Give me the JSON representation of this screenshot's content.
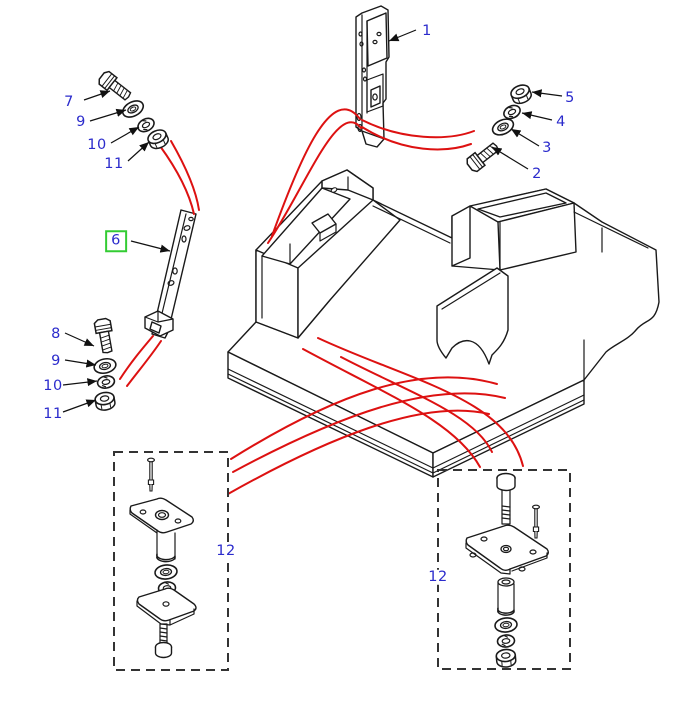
{
  "diagram": {
    "kind": "exploded-parts-diagram",
    "background": "#ffffff",
    "colors": {
      "callout_text": "#2b2bcc",
      "highlight_box": "#33cc33",
      "reference_curve_red": "#dd1111",
      "artwork_line": "#1a1a1a",
      "dashed_kit_box": "#333333"
    },
    "callouts": {
      "c1": {
        "text": "1"
      },
      "c2": {
        "text": "2"
      },
      "c3": {
        "text": "3"
      },
      "c4": {
        "text": "4"
      },
      "c5": {
        "text": "5"
      },
      "c6": {
        "text": "6",
        "highlighted": true
      },
      "c7": {
        "text": "7"
      },
      "c8": {
        "text": "8"
      },
      "c9_top": {
        "text": "9"
      },
      "c10_top": {
        "text": "10"
      },
      "c11_top": {
        "text": "11"
      },
      "c9_left": {
        "text": "9"
      },
      "c10_left": {
        "text": "10"
      },
      "c11_left": {
        "text": "11"
      },
      "c12_left": {
        "text": "12"
      },
      "c12_right": {
        "text": "12"
      }
    },
    "parts_glyphs": [
      {
        "number": "1",
        "glyph": "vertical-mounting-bracket"
      },
      {
        "number": "2",
        "glyph": "hex-bolt"
      },
      {
        "number": "3",
        "glyph": "plain-washer"
      },
      {
        "number": "4",
        "glyph": "spring-washer"
      },
      {
        "number": "5",
        "glyph": "hex-nut"
      },
      {
        "number": "6",
        "glyph": "side-support-bracket",
        "highlighted": true
      },
      {
        "number": "7",
        "glyph": "hex-bolt"
      },
      {
        "number": "8",
        "glyph": "hex-bolt"
      },
      {
        "number": "9",
        "glyph": "plain-washer"
      },
      {
        "number": "10",
        "glyph": "spring-washer"
      },
      {
        "number": "11",
        "glyph": "hex-nut"
      },
      {
        "number": "12",
        "glyph": "mounting-plate-kit",
        "instances": 2
      }
    ]
  }
}
